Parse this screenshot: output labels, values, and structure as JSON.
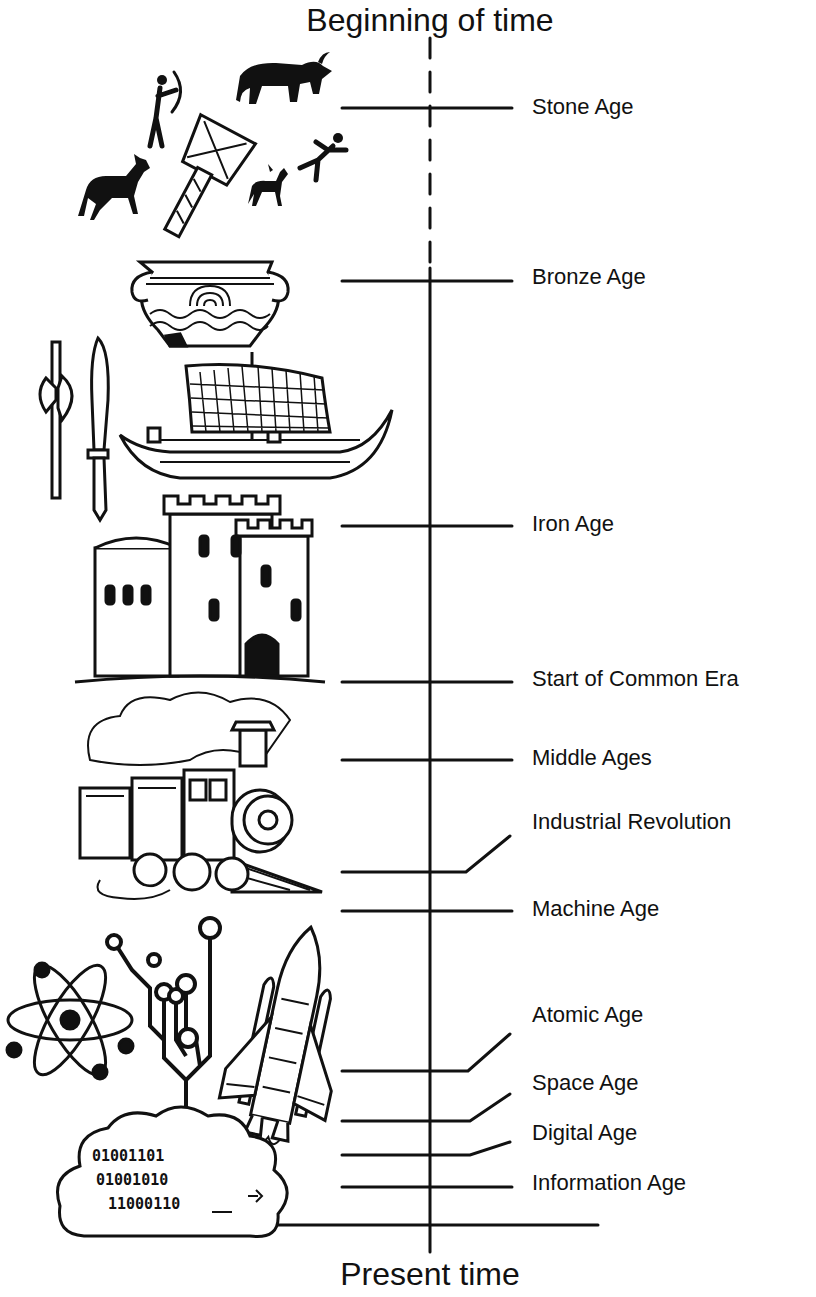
{
  "diagram": {
    "labels": [
      "Beginning of time",
      "Stone Age",
      "Bronze Age",
      "Iron Age",
      "Start of Common Era",
      "Middle Ages",
      "Industrial Revolution",
      "Machine Age",
      "Atomic Age",
      "Space Age",
      "Digital Age",
      "Information Age",
      "01001101",
      "01001010",
      "11000110",
      "Present time"
    ]
  }
}
